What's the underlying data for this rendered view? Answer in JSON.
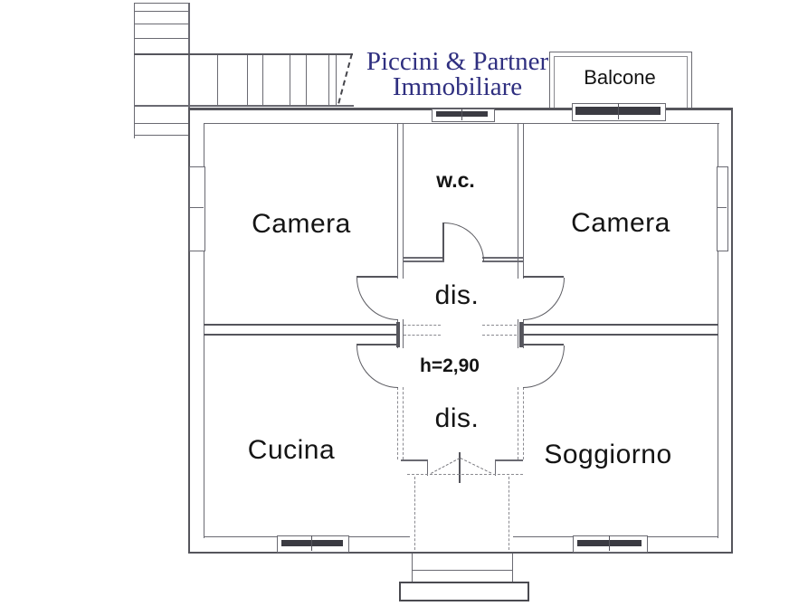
{
  "branding": {
    "line1": "Piccini & Partner",
    "line2": "Immobiliare"
  },
  "labels": {
    "balcony": "Balcone",
    "wc": "w.c.",
    "camera_left": "Camera",
    "camera_right": "Camera",
    "dis_upper": "dis.",
    "ceiling_height": "h=2,90",
    "dis_lower": "dis.",
    "kitchen": "Cucina",
    "living": "Soggiorno"
  },
  "colors": {
    "title_text": "#2f2f80",
    "wall_line": "#55555c",
    "thin_line": "#6a6a72",
    "dark_fixture": "#3b3b42",
    "label_text": "#141414",
    "background": "#ffffff"
  }
}
